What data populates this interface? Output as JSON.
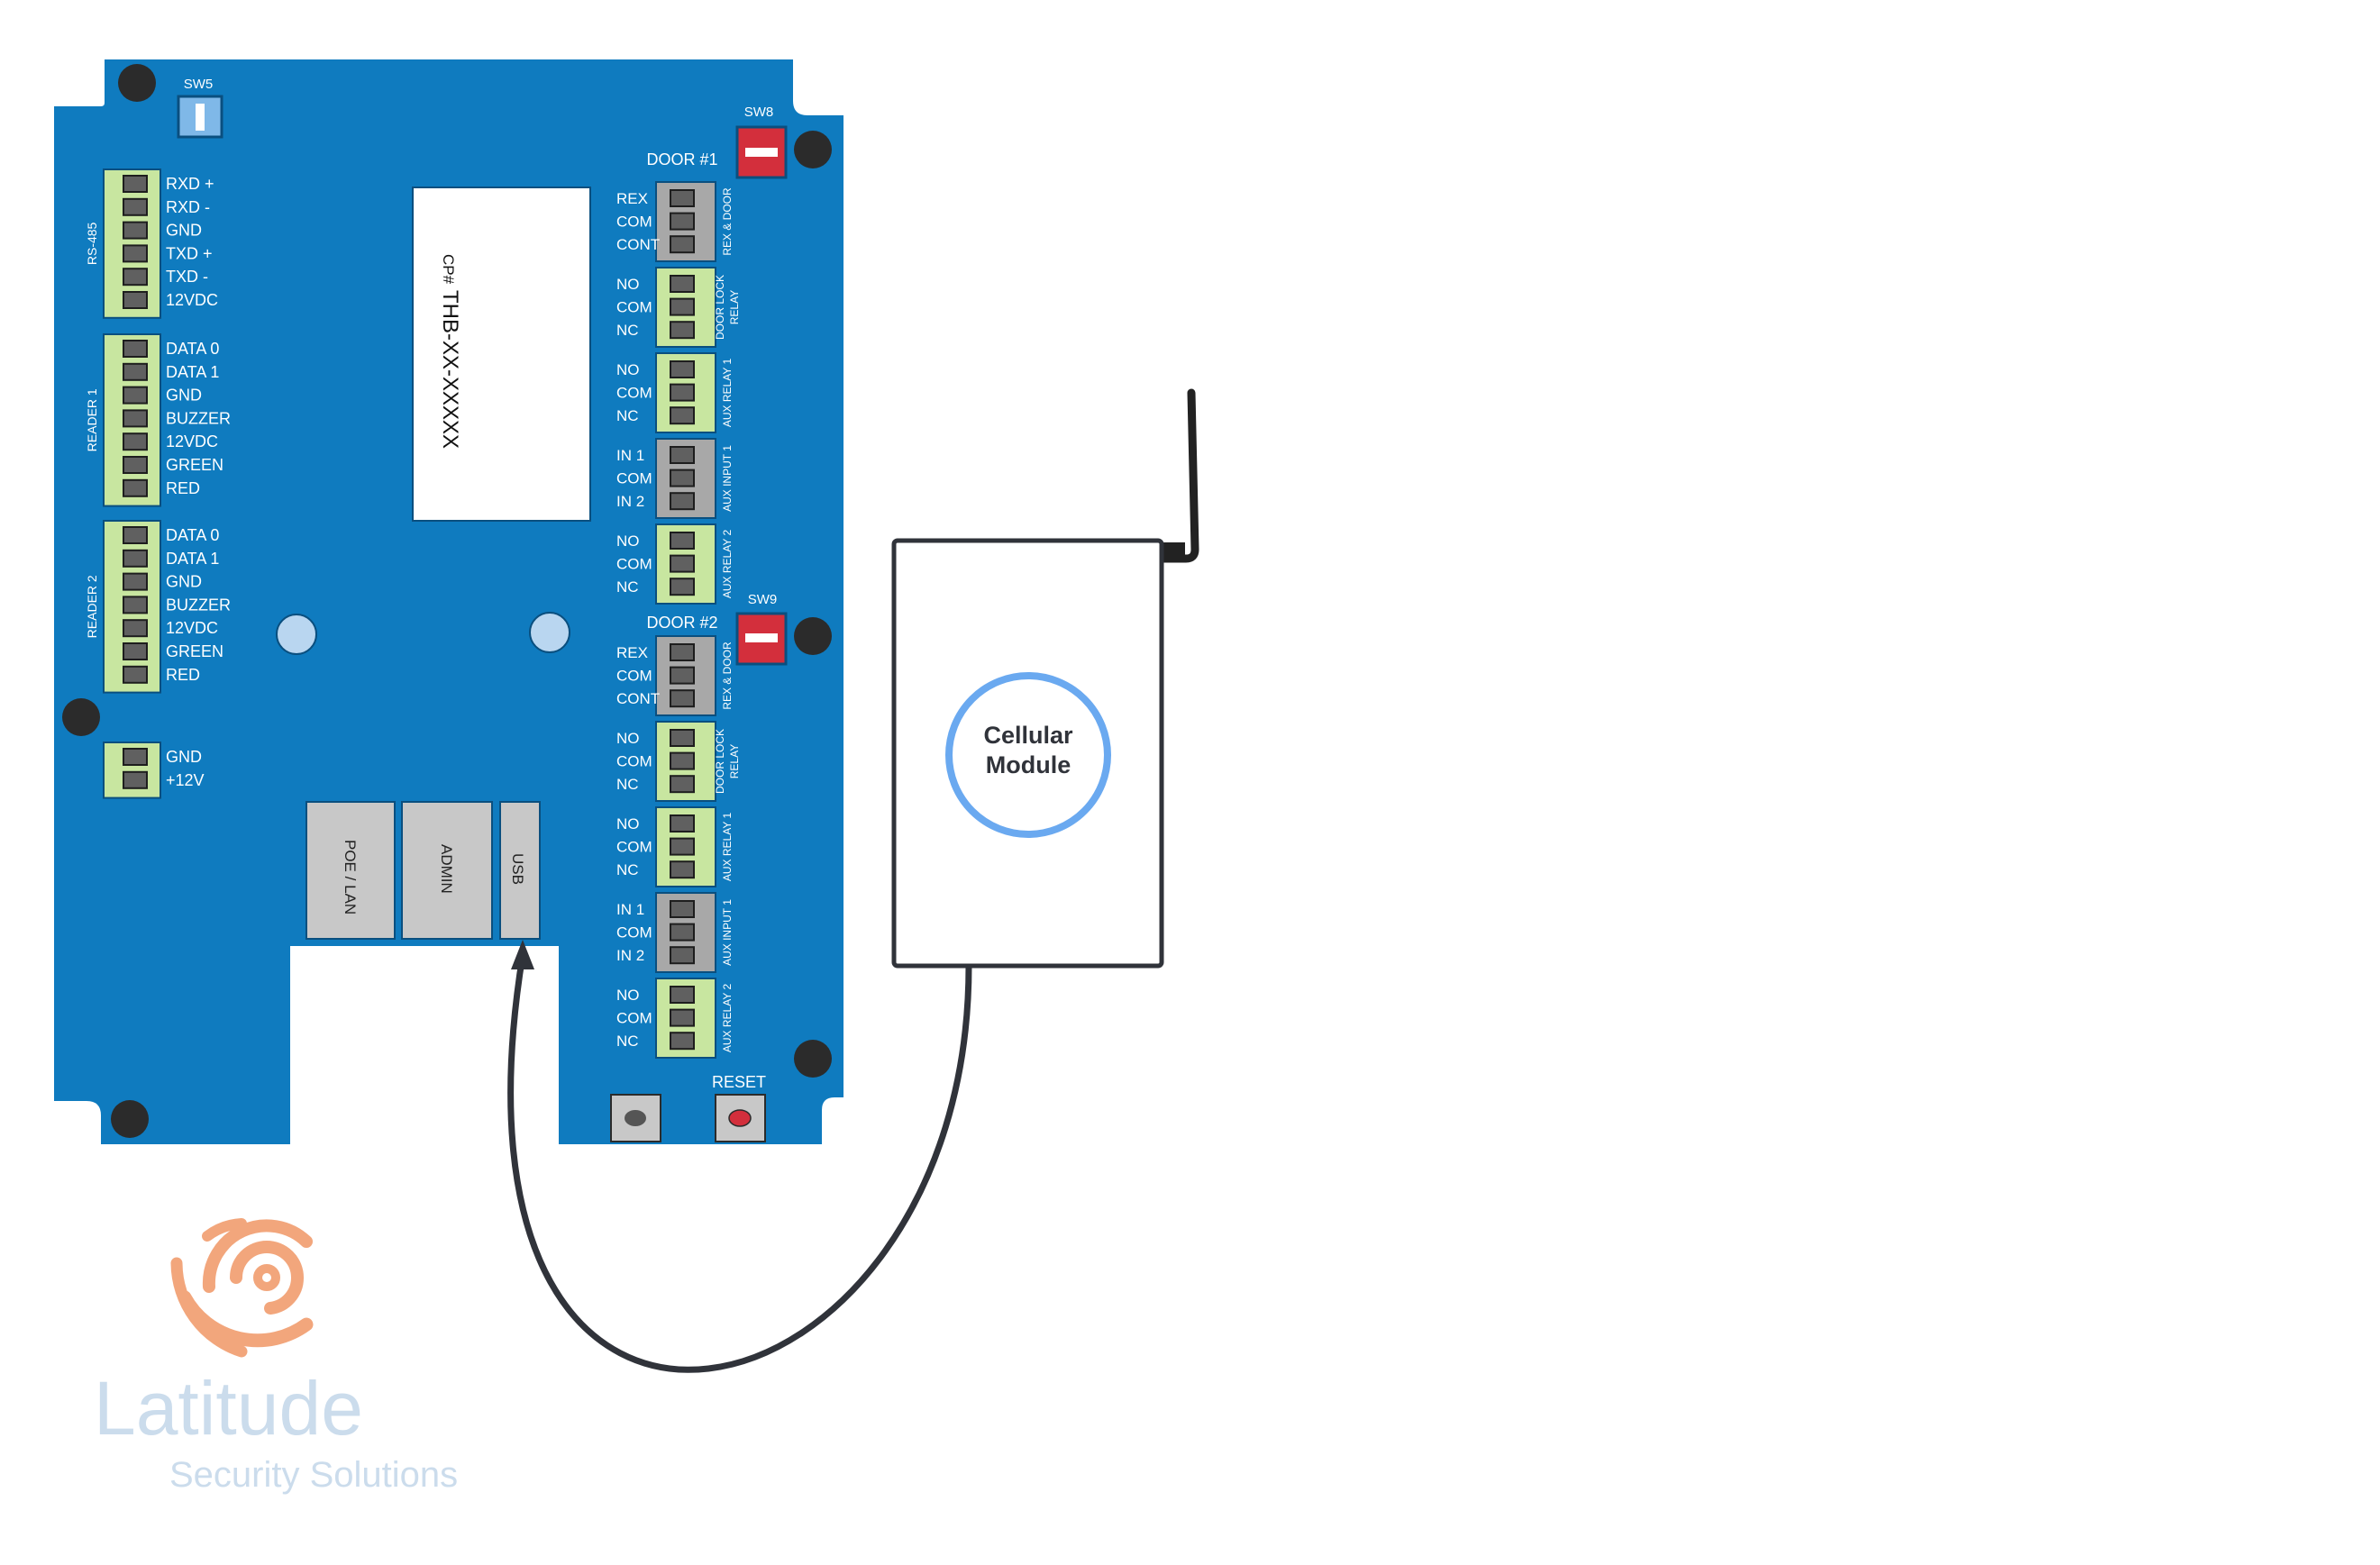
{
  "colors": {
    "board": "#0f7bbf",
    "terminal_green": "#c8e6a0",
    "terminal_gray": "#a8a8a8",
    "pin": "#606060",
    "switch_red": "#d32f3c",
    "switch_blue": "#7fb8e8",
    "hole": "#2b2b2b",
    "cellular_ring": "#6aa9f0",
    "cable": "#30333a",
    "logo_orange": "#f2a67c",
    "logo_text": "#cbdcec"
  },
  "switches": {
    "sw5": "SW5",
    "sw8": "SW8",
    "sw9": "SW9"
  },
  "left_connectors": {
    "rs485": {
      "label": "RS-485",
      "pins": [
        "RXD +",
        "RXD -",
        "GND",
        "TXD +",
        "TXD -",
        "12VDC"
      ]
    },
    "reader1": {
      "label": "READER 1",
      "pins": [
        "DATA 0",
        "DATA 1",
        "GND",
        "BUZZER",
        "12VDC",
        "GREEN",
        "RED"
      ]
    },
    "reader2": {
      "label": "READER 2",
      "pins": [
        "DATA 0",
        "DATA 1",
        "GND",
        "BUZZER",
        "12VDC",
        "GREEN",
        "RED"
      ]
    },
    "power": {
      "pins": [
        "GND",
        "+12V"
      ]
    }
  },
  "cp_label": {
    "prefix": "CP#",
    "value": "THB-XX-XXXXX"
  },
  "ports": {
    "poe": "POE / LAN",
    "admin": "ADMIN",
    "usb": "USB"
  },
  "doors": [
    {
      "title": "DOOR #1",
      "blocks": [
        {
          "pins": [
            "REX",
            "COM",
            "CONT"
          ],
          "side": [
            "REX & DOOR"
          ],
          "color": "gray"
        },
        {
          "pins": [
            "NO",
            "COM",
            "NC"
          ],
          "side": [
            "DOOR LOCK",
            "RELAY"
          ],
          "color": "green"
        },
        {
          "pins": [
            "NO",
            "COM",
            "NC"
          ],
          "side": [
            "AUX RELAY 1"
          ],
          "color": "green"
        },
        {
          "pins": [
            "IN 1",
            "COM",
            "IN 2"
          ],
          "side": [
            "AUX INPUT 1"
          ],
          "color": "gray"
        },
        {
          "pins": [
            "NO",
            "COM",
            "NC"
          ],
          "side": [
            "AUX RELAY 2"
          ],
          "color": "green"
        }
      ]
    },
    {
      "title": "DOOR #2",
      "blocks": [
        {
          "pins": [
            "REX",
            "COM",
            "CONT"
          ],
          "side": [
            "REX & DOOR"
          ],
          "color": "gray"
        },
        {
          "pins": [
            "NO",
            "COM",
            "NC"
          ],
          "side": [
            "DOOR LOCK",
            "RELAY"
          ],
          "color": "green"
        },
        {
          "pins": [
            "NO",
            "COM",
            "NC"
          ],
          "side": [
            "AUX RELAY 1"
          ],
          "color": "green"
        },
        {
          "pins": [
            "IN 1",
            "COM",
            "IN 2"
          ],
          "side": [
            "AUX INPUT 1"
          ],
          "color": "gray"
        },
        {
          "pins": [
            "NO",
            "COM",
            "NC"
          ],
          "side": [
            "AUX RELAY 2"
          ],
          "color": "green"
        }
      ]
    }
  ],
  "reset_label": "RESET",
  "cellular": {
    "line1": "Cellular",
    "line2": "Module"
  },
  "logo": {
    "name": "Latitude",
    "tagline": "Security Solutions"
  }
}
